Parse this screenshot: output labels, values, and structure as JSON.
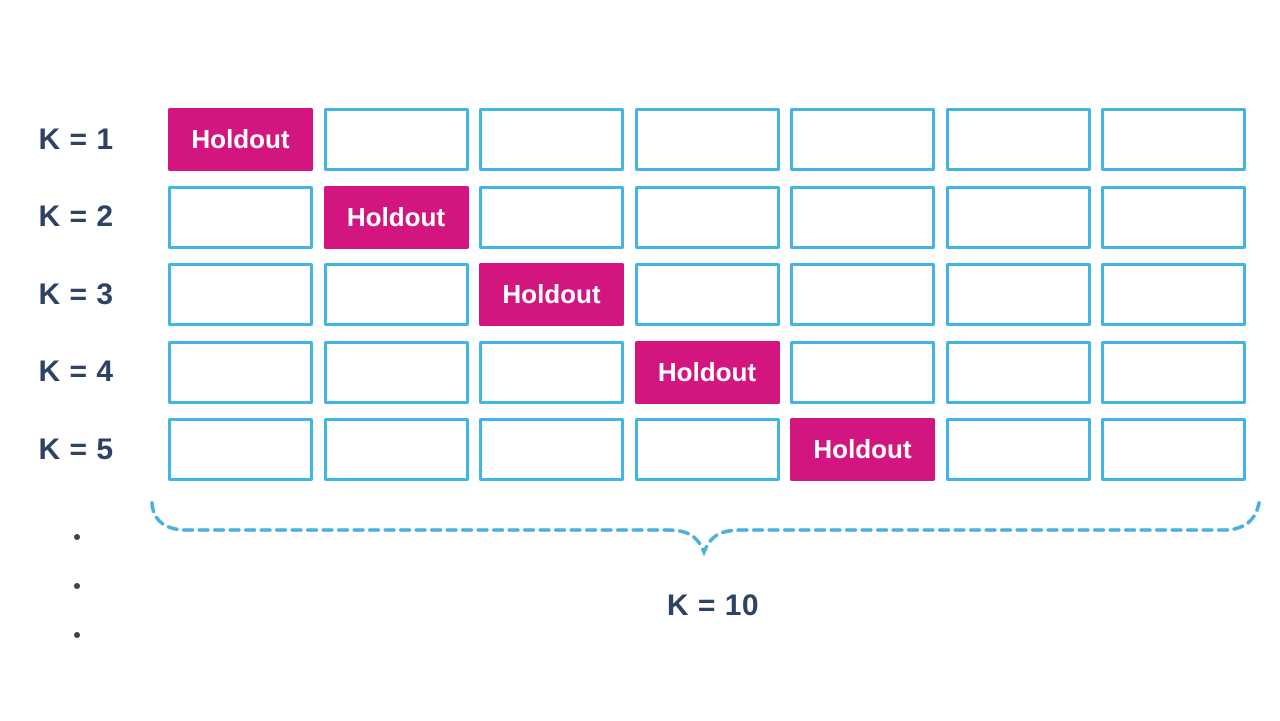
{
  "grid": {
    "columns": 7,
    "holdout_label": "Holdout",
    "rows": [
      {
        "label": "K = 1",
        "holdout_index": 0
      },
      {
        "label": "K = 2",
        "holdout_index": 1
      },
      {
        "label": "K = 3",
        "holdout_index": 2
      },
      {
        "label": "K = 4",
        "holdout_index": 3
      },
      {
        "label": "K = 5",
        "holdout_index": 4
      }
    ]
  },
  "footer": {
    "brace_label": "K = 10",
    "ellipsis_dots": 3
  },
  "colors": {
    "holdout_fill": "#d3157f",
    "holdout_text": "#ffffff",
    "cell_border": "#41b6e4",
    "label_text": "#2e4266",
    "brace_stroke": "#4cafdd",
    "dot_color": "#3d4454",
    "background": "#ffffff"
  }
}
